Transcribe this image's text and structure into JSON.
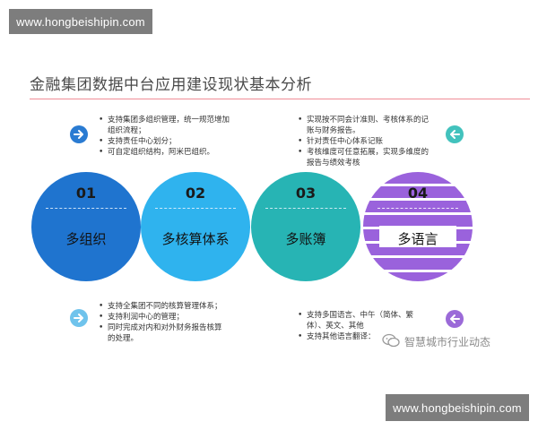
{
  "watermark": {
    "top": "www.hongbeishipin.com",
    "bottom": "www.hongbeishipin.com"
  },
  "title": "金融集团数据中台应用建设现状基本分析",
  "colors": {
    "circle_1": "#1f74cf",
    "circle_2": "#2fb3ee",
    "circle_3": "#27b4b4",
    "circle_4": "#9a62dc",
    "title_rule": "#f08c96"
  },
  "circles": [
    {
      "number": "01",
      "label": "多组织"
    },
    {
      "number": "02",
      "label": "多核算体系"
    },
    {
      "number": "03",
      "label": "多账簿"
    },
    {
      "number": "04",
      "label": "多语言"
    }
  ],
  "notes": {
    "top_left": [
      "支持集团多组织管理，统一规范增加组织流程；",
      "支持责任中心划分；",
      "可自定组织结构，阿米巴组织。"
    ],
    "bottom_left": [
      "支持全集团不同的核算管理体系；",
      "支持利润中心的管理；",
      "同时完成对内和对外财务报告核算的处理。"
    ],
    "top_right": [
      "实现按不同会计准则、考核体系的记账与财务报告。",
      "针对责任中心体系记账",
      "考核维度可任意拓展，实现多维度的报告与绩效考核"
    ],
    "bottom_right": [
      "支持多国语言、中午（简体、繁体）、英文、其他",
      "支持其他语言翻译："
    ]
  },
  "icons": {
    "arrow_1": "arrow-right-icon",
    "arrow_2": "arrow-right-icon",
    "arrow_3": "arrow-left-icon",
    "arrow_4": "arrow-left-icon",
    "source": "wechat-icon"
  },
  "source_label": "智慧城市行业动态"
}
